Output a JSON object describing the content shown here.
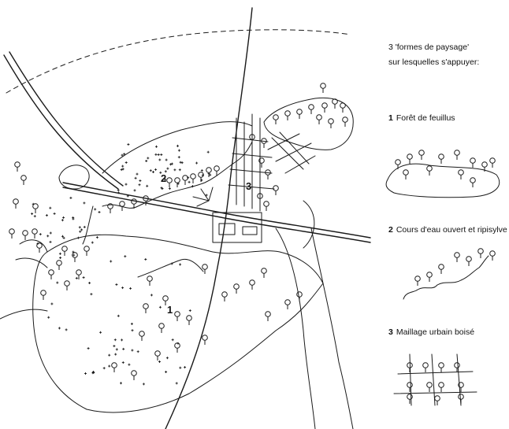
{
  "intro": {
    "line1": "3 'formes de paysage'",
    "line2": "sur lesquelles s'appuyer:"
  },
  "legend": [
    {
      "num": "1",
      "label": "Forêt de feuillus"
    },
    {
      "num": "2",
      "label": "Cours d'eau ouvert et ripisylve"
    },
    {
      "num": "3",
      "label": "Maillage urbain boisé"
    }
  ],
  "map_labels": [
    "1",
    "2",
    "3"
  ]
}
